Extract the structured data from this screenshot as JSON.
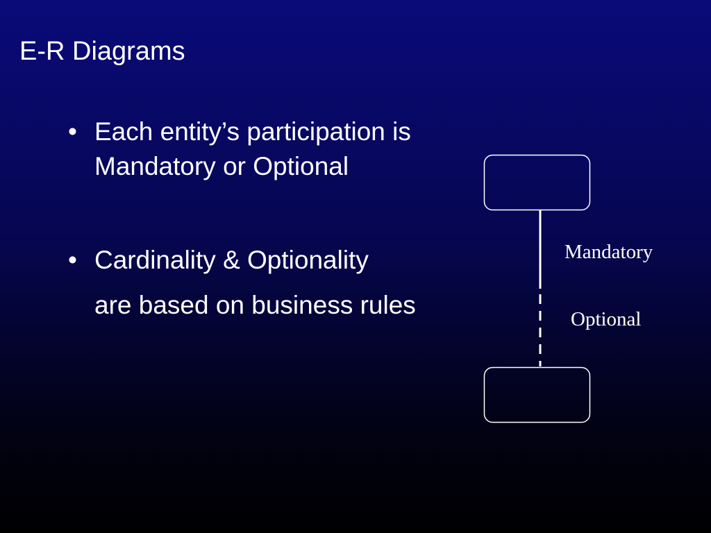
{
  "slide": {
    "title": "E-R Diagrams",
    "bullet_symbol": "•",
    "bullets": [
      {
        "text": "Each entity’s participation is Mandatory or Optional"
      },
      {
        "text": "Cardinality & Optionality"
      }
    ],
    "continuation_text": "are based on business rules"
  },
  "diagram": {
    "labels": {
      "mandatory": "Mandatory",
      "optional": "Optional"
    },
    "line_color": "#ffffff",
    "box_stroke": "#ffffff"
  }
}
